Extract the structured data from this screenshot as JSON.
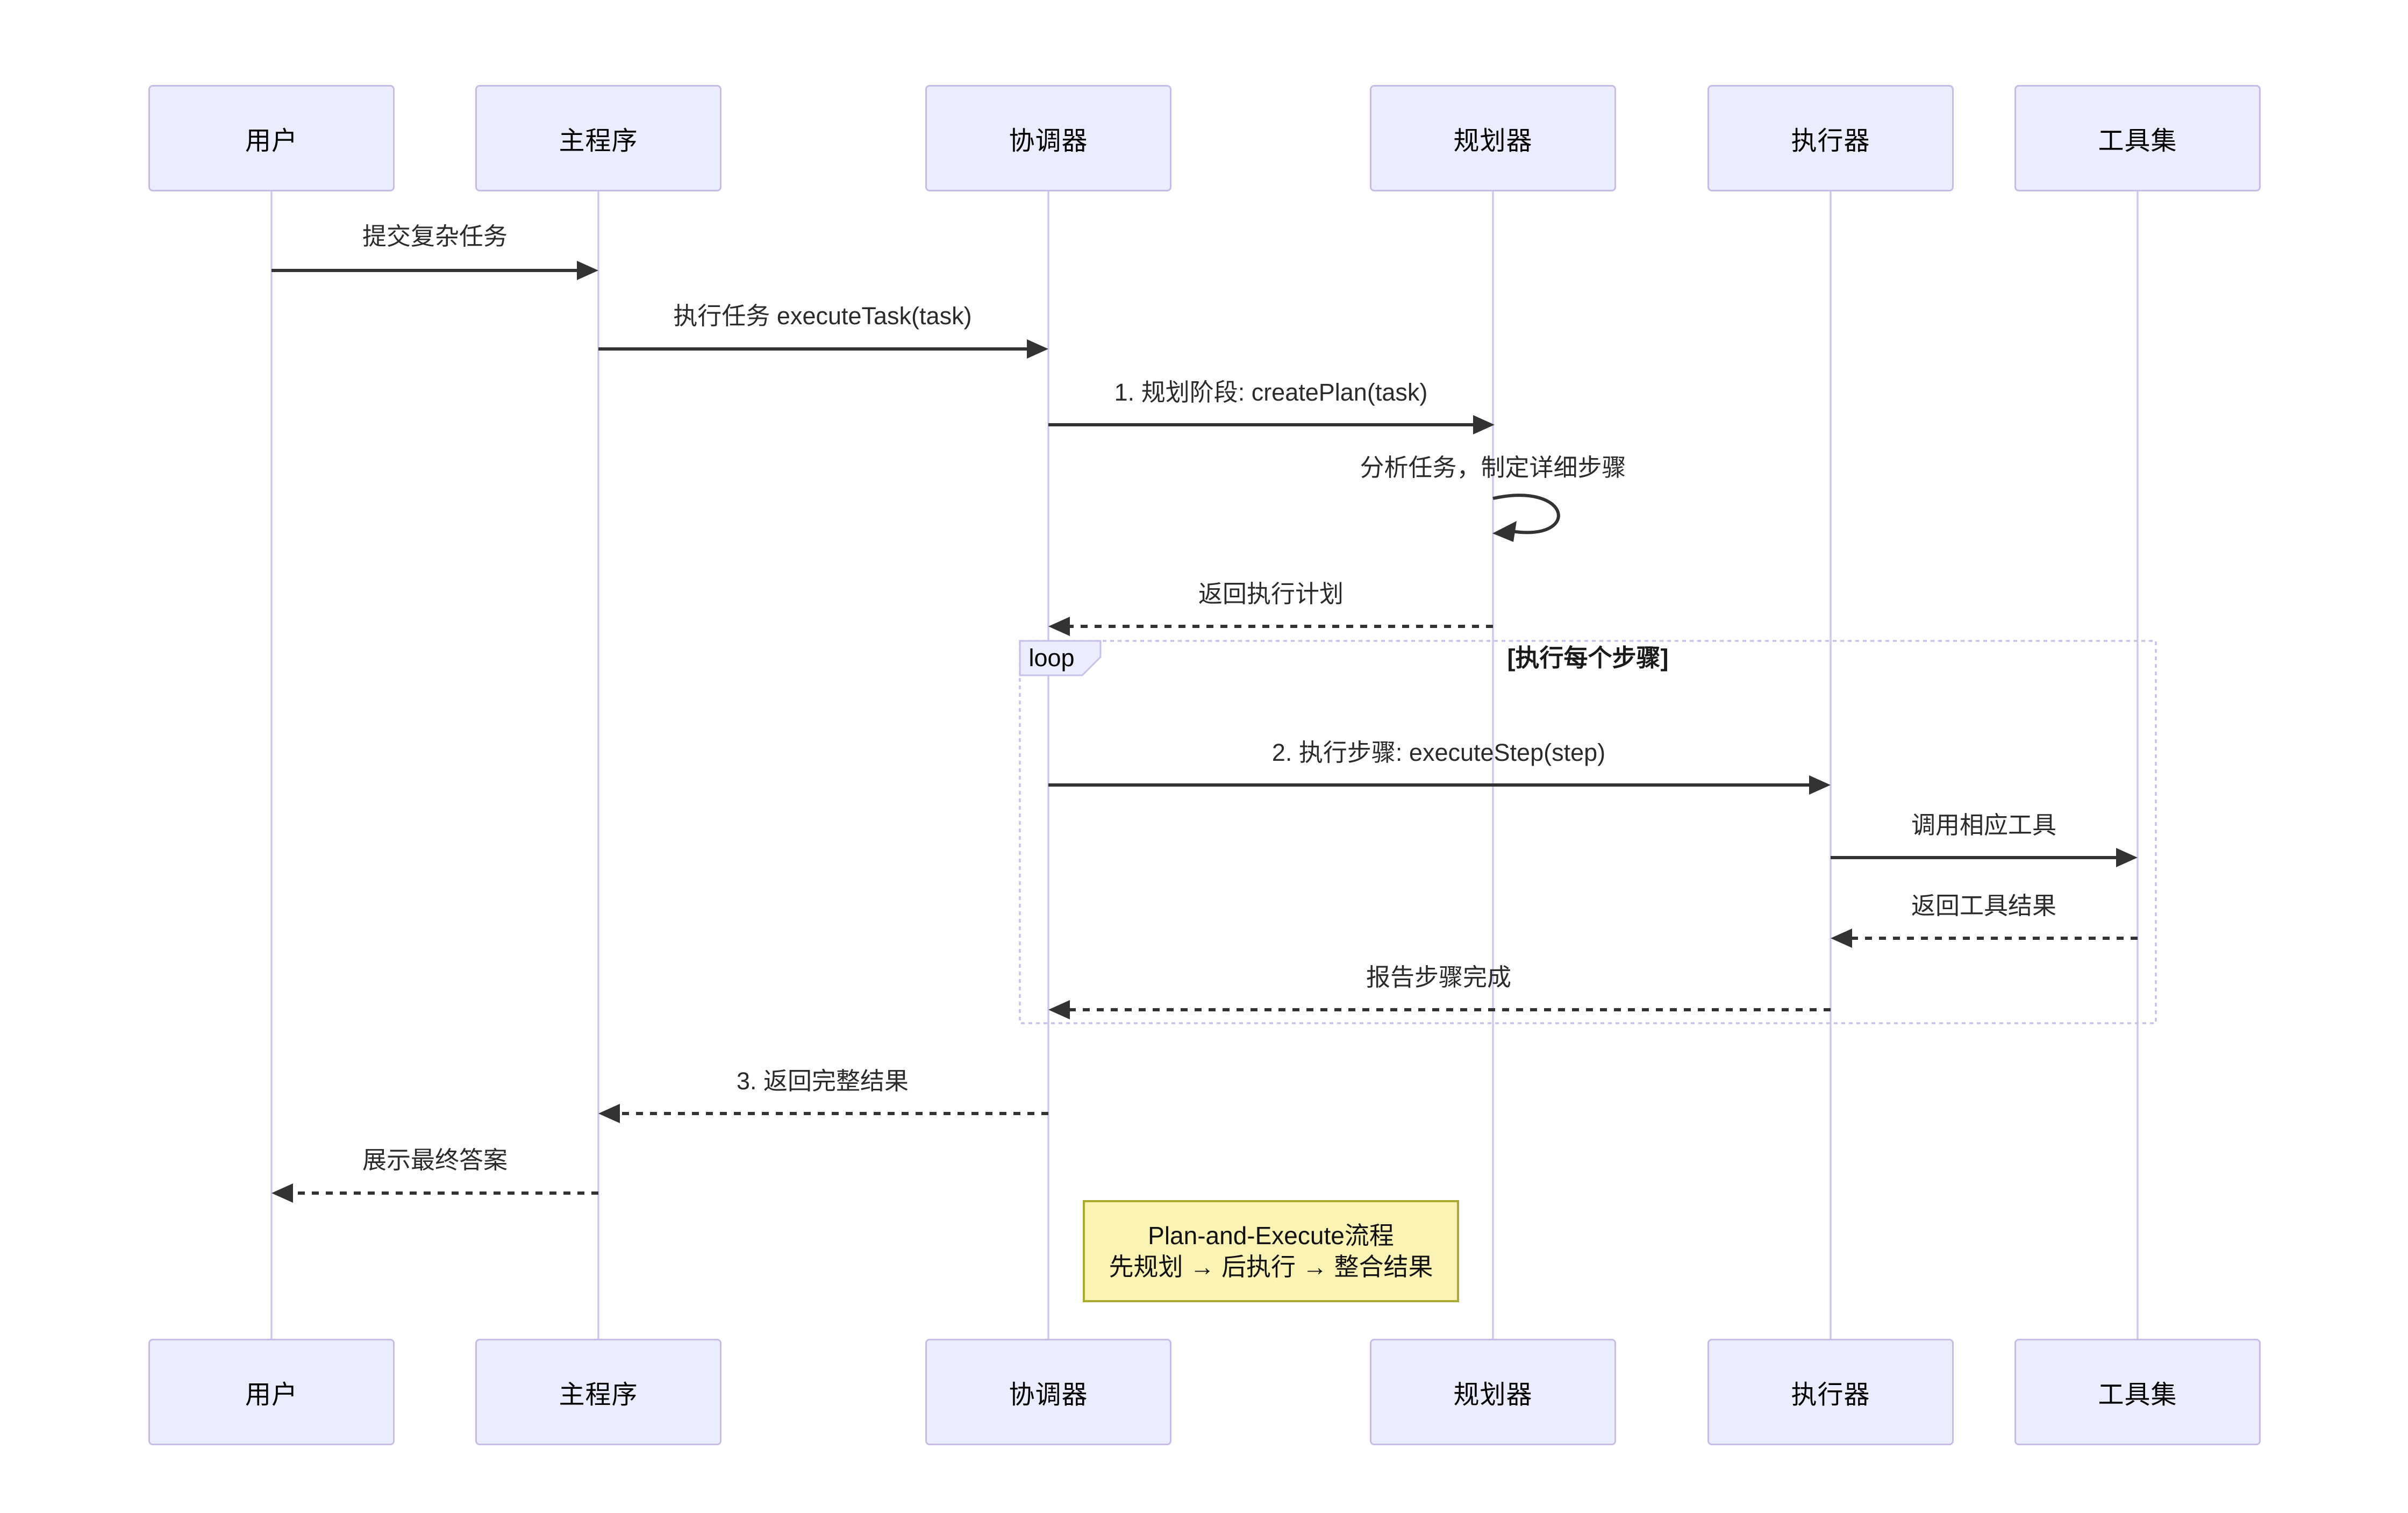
{
  "diagram_type": "sequence-diagram",
  "actors": [
    {
      "id": "user",
      "label": "用户"
    },
    {
      "id": "main",
      "label": "主程序"
    },
    {
      "id": "coordinator",
      "label": "协调器"
    },
    {
      "id": "planner",
      "label": "规划器"
    },
    {
      "id": "executor",
      "label": "执行器"
    },
    {
      "id": "tools",
      "label": "工具集"
    }
  ],
  "messages": [
    {
      "label": "提交复杂任务",
      "from": "user",
      "to": "main",
      "style": "solid"
    },
    {
      "label": "执行任务 executeTask(task)",
      "from": "main",
      "to": "coordinator",
      "style": "solid"
    },
    {
      "label": "1. 规划阶段: createPlan(task)",
      "from": "coordinator",
      "to": "planner",
      "style": "solid"
    },
    {
      "label": "分析任务，制定详细步骤",
      "from": "planner",
      "to": "planner",
      "style": "self"
    },
    {
      "label": "返回执行计划",
      "from": "planner",
      "to": "coordinator",
      "style": "dashed"
    },
    {
      "label": "2. 执行步骤: executeStep(step)",
      "from": "coordinator",
      "to": "executor",
      "style": "solid"
    },
    {
      "label": "调用相应工具",
      "from": "executor",
      "to": "tools",
      "style": "solid"
    },
    {
      "label": "返回工具结果",
      "from": "tools",
      "to": "executor",
      "style": "dashed"
    },
    {
      "label": "报告步骤完成",
      "from": "executor",
      "to": "coordinator",
      "style": "dashed"
    },
    {
      "label": "3. 返回完整结果",
      "from": "coordinator",
      "to": "main",
      "style": "dashed"
    },
    {
      "label": "展示最终答案",
      "from": "main",
      "to": "user",
      "style": "dashed"
    }
  ],
  "loop": {
    "operator": "loop",
    "condition": "[执行每个步骤]"
  },
  "note": {
    "title": "Plan-and-Execute流程",
    "subtitle": "先规划 → 后执行 → 整合结果"
  },
  "colors": {
    "background": "#FFFFFF",
    "actor_fill": "#ECECFF",
    "actor_border": "#C7BCE6",
    "lifeline": "#CFC7EC",
    "arrow": "#333333",
    "loop_border": "#C9BFE8",
    "loop_tab_fill": "#ECECFF",
    "note_fill": "#FBF3B3",
    "note_border": "#AAAA33",
    "text": "#000000"
  }
}
